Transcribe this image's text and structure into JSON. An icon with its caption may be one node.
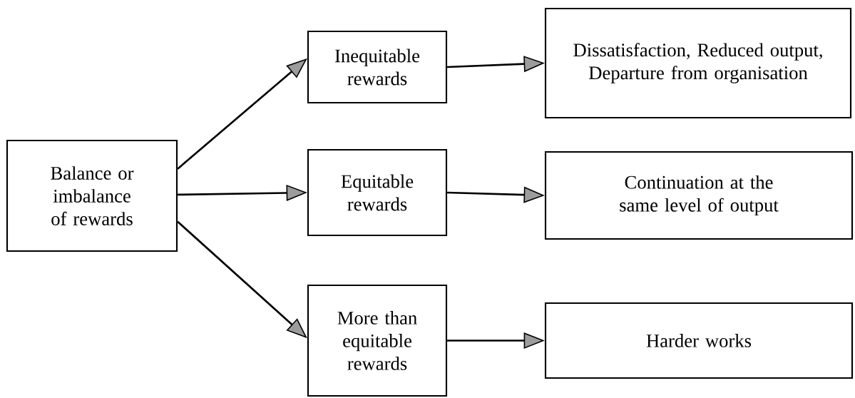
{
  "diagram": {
    "nodes": [
      {
        "text": [
          "Balance or imbalance of rewards"
        ]
      },
      {
        "text": [
          "Inequitable rewards"
        ]
      },
      {
        "text": [
          "Dissatisfaction, Reduced output, Departure from organisation"
        ]
      },
      {
        "text": [
          "Equitable rewards"
        ]
      },
      {
        "text": [
          "Continuation at the same level of output"
        ]
      },
      {
        "text": [
          "More than equitable rewards"
        ]
      },
      {
        "text": [
          "Harder works"
        ]
      }
    ],
    "edges": [
      {
        "from": 0,
        "to": 1,
        "arrow": "to"
      },
      {
        "from": 0,
        "to": 3,
        "arrow": "to"
      },
      {
        "from": 0,
        "to": 5,
        "arrow": "to"
      },
      {
        "from": 1,
        "to": 2,
        "arrow": "to"
      },
      {
        "from": 3,
        "to": 4,
        "arrow": "to"
      },
      {
        "from": 5,
        "to": 6,
        "arrow": "to"
      }
    ]
  }
}
